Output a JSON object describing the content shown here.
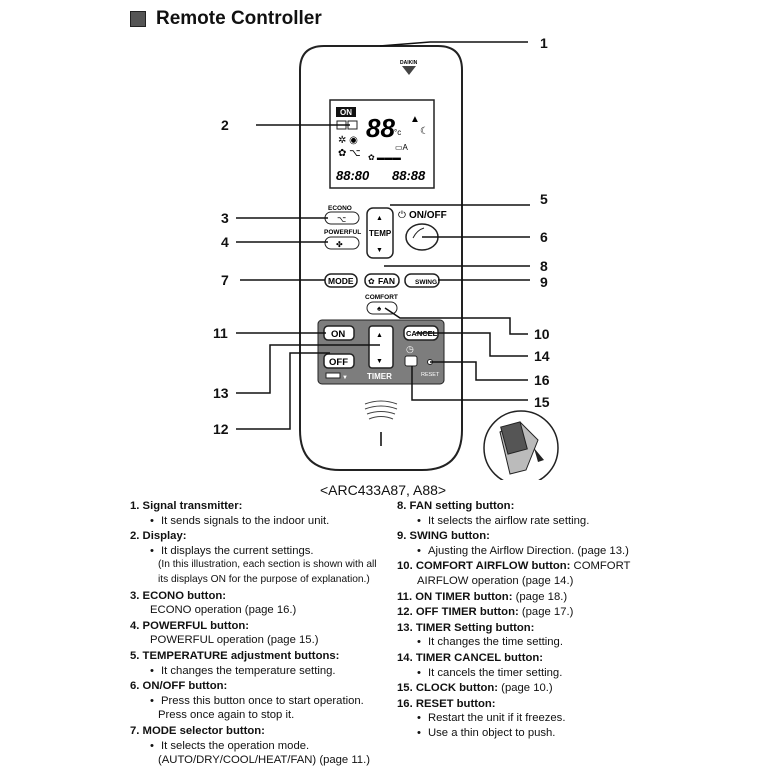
{
  "title": "Remote Controller",
  "brand": "DAIKIN",
  "model": "<ARC433A87, A88>",
  "callouts": [
    "1",
    "2",
    "3",
    "4",
    "5",
    "6",
    "7",
    "8",
    "9",
    "10",
    "11",
    "12",
    "13",
    "14",
    "15",
    "16"
  ],
  "display": {
    "on": "ON",
    "temp_digits": "88",
    "unit": "°c",
    "timer_left": "88:80",
    "timer_right": "88:88"
  },
  "buttons": {
    "econo_label": "ECONO",
    "powerful_label": "POWERFUL",
    "temp": "TEMP",
    "onoff": "ON/OFF",
    "mode": "MODE",
    "fan": "FAN",
    "swing": "SWING",
    "comfort_label": "COMFORT",
    "on_timer": "ON",
    "off_timer": "OFF",
    "cancel": "CANCEL",
    "timer": "TIMER",
    "reset": "RESET"
  },
  "left_list": [
    {
      "head": "1. Signal transmitter:",
      "lines": [
        {
          "t": "It sends signals to the indoor unit.",
          "b": true
        }
      ]
    },
    {
      "head": "2. Display:",
      "lines": [
        {
          "t": "It displays the current settings.",
          "b": true
        },
        {
          "t": "(In this illustration, each section is shown with all",
          "s": true
        },
        {
          "t": "its displays ON for the purpose of explanation.)",
          "s": true
        }
      ]
    },
    {
      "head": "3. ECONO button:",
      "lines": [
        {
          "t": "ECONO operation (page 16.)"
        }
      ]
    },
    {
      "head": "4. POWERFUL button:",
      "lines": [
        {
          "t": "POWERFUL operation (page 15.)"
        }
      ]
    },
    {
      "head": "5. TEMPERATURE adjustment buttons:",
      "lines": [
        {
          "t": "It changes the temperature setting.",
          "b": true
        }
      ]
    },
    {
      "head": "6. ON/OFF button:",
      "lines": [
        {
          "t": "Press this button once to start operation.",
          "b": true
        },
        {
          "t": "Press once again to stop it.",
          "i": true
        }
      ]
    },
    {
      "head": "7. MODE selector button:",
      "lines": [
        {
          "t": "It selects the operation mode.",
          "b": true
        },
        {
          "t": "(AUTO/DRY/COOL/HEAT/FAN) (page 11.)",
          "i": true
        }
      ]
    }
  ],
  "right_list": [
    {
      "head": "8. FAN setting button:",
      "lines": [
        {
          "t": "It selects the airflow rate setting.",
          "b": true
        }
      ]
    },
    {
      "head": "9. SWING button:",
      "lines": [
        {
          "t": "Ajusting the Airflow Direction. (page 13.)",
          "b": true
        }
      ]
    },
    {
      "head": "10. COMFORT AIRFLOW button:",
      "tail": " COMFORT",
      "lines": [
        {
          "t": "AIRFLOW operation (page 14.)"
        }
      ]
    },
    {
      "head": "11. ON TIMER button:",
      "tail": " (page 18.)",
      "lines": []
    },
    {
      "head": "12. OFF TIMER button:",
      "tail": " (page 17.)",
      "lines": []
    },
    {
      "head": "13. TIMER Setting button:",
      "lines": [
        {
          "t": "It changes the time setting.",
          "b": true
        }
      ]
    },
    {
      "head": "14. TIMER CANCEL button:",
      "lines": [
        {
          "t": "It cancels the timer setting.",
          "b": true
        }
      ]
    },
    {
      "head": "15. CLOCK button:",
      "tail": " (page 10.)",
      "lines": []
    },
    {
      "head": "16. RESET button:",
      "lines": [
        {
          "t": "Restart the unit if it freezes.",
          "b": true
        },
        {
          "t": "Use a thin object to push.",
          "b": true
        }
      ]
    }
  ]
}
